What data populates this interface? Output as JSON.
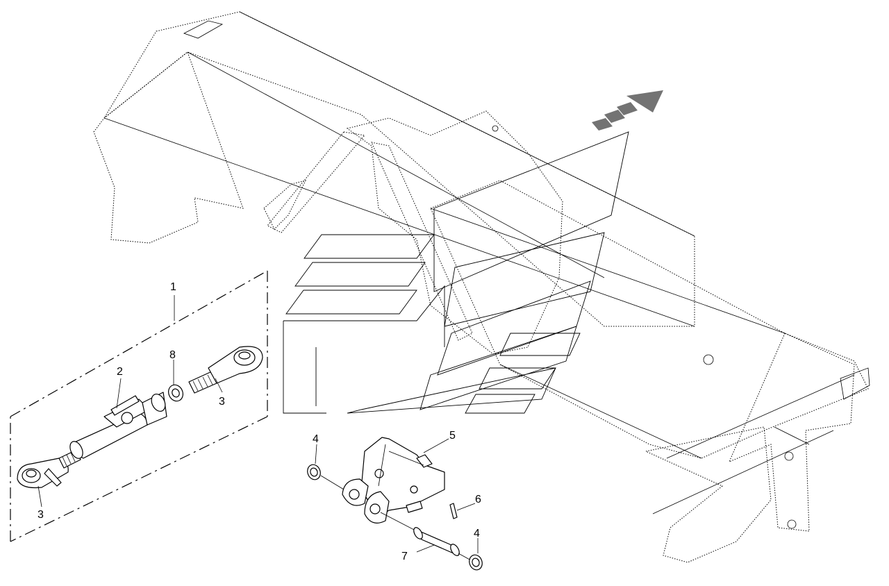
{
  "callouts": [
    {
      "id": "c1",
      "label": "1"
    },
    {
      "id": "c2",
      "label": "2"
    },
    {
      "id": "c3a",
      "label": "3"
    },
    {
      "id": "c3b",
      "label": "3"
    },
    {
      "id": "c4a",
      "label": "4"
    },
    {
      "id": "c4b",
      "label": "4"
    },
    {
      "id": "c5",
      "label": "5"
    },
    {
      "id": "c6",
      "label": "6"
    },
    {
      "id": "c7",
      "label": "7"
    },
    {
      "id": "c8",
      "label": "8"
    }
  ],
  "icons": {
    "direction_arrow": "forward-direction-arrow-icon",
    "watermark": "manufacturer-logo-watermark"
  }
}
